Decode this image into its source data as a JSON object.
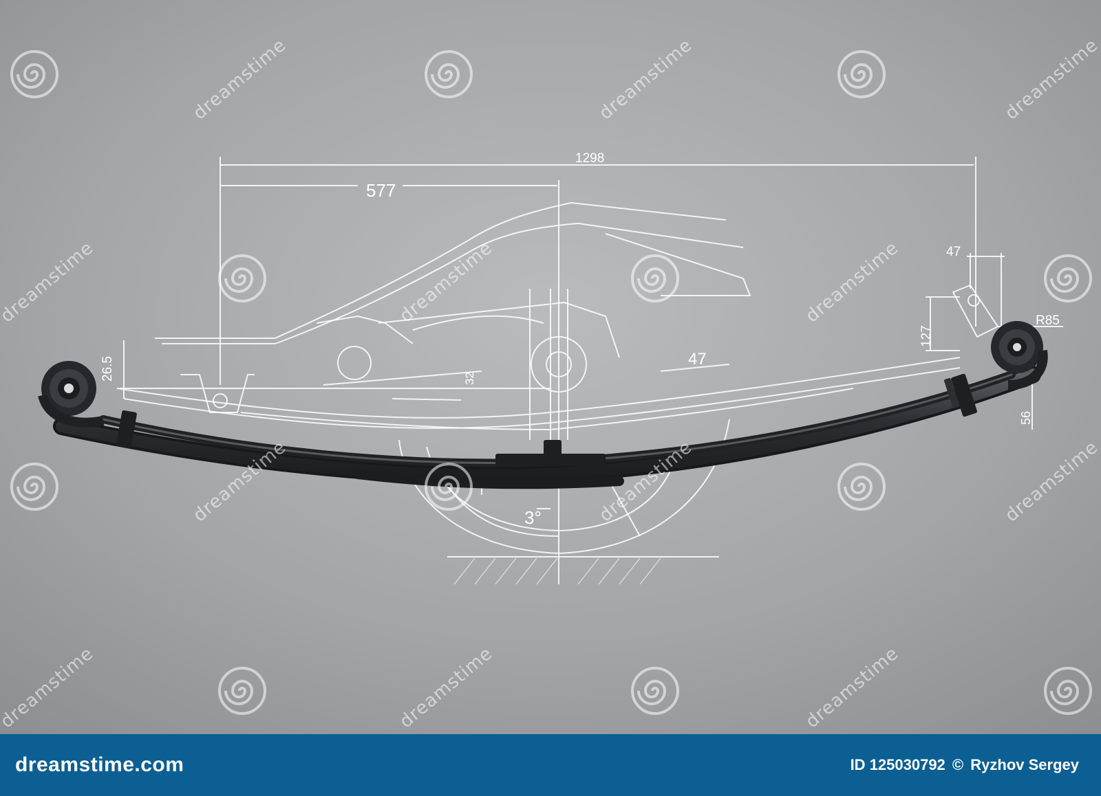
{
  "image": {
    "description_icon": "leaf-spring-blueprint-photo",
    "background_color": "#9c9ea2",
    "drawing_color": "#ffffff",
    "spring_color": "#2f3236"
  },
  "dimensions": {
    "overall_length": "1298",
    "front_to_axle": "577",
    "eye_offset": "47",
    "shackle_height": "127",
    "eye_radius": "R85",
    "front_eye_height": "26.5",
    "pad_height": "32",
    "arm_offset": "47",
    "rear_drop": "56",
    "angle": "3°"
  },
  "watermark": {
    "text": "dreamstime",
    "logo_icon": "dreamstime-spiral-icon"
  },
  "footer": {
    "brand": "dreamstime.com",
    "image_id": "ID 125030792",
    "copyright": "©",
    "author": "Ryzhov Sergey",
    "background": "#0b5f93"
  }
}
